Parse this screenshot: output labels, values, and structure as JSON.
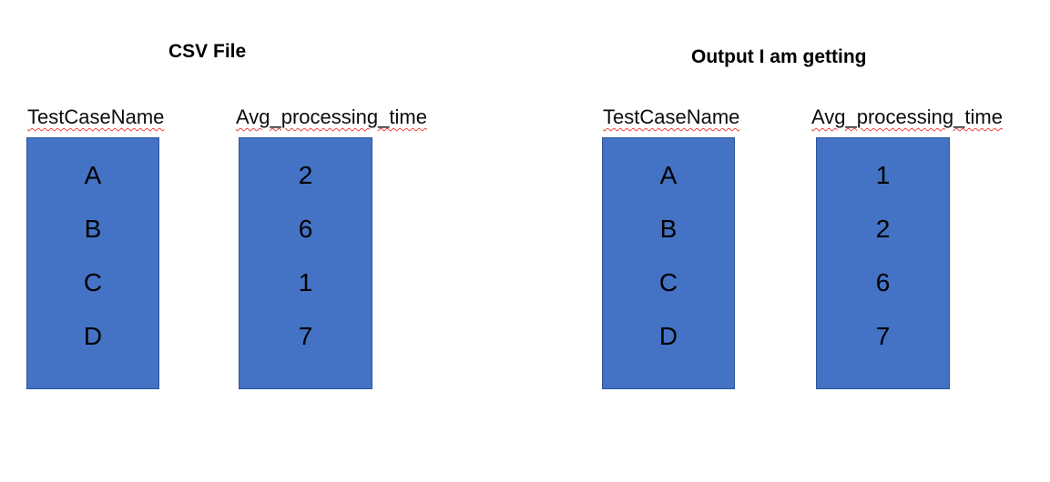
{
  "figure": {
    "panels": [
      {
        "title": "CSV File",
        "columns": [
          {
            "header": "TestCaseName",
            "values": [
              "A",
              "B",
              "C",
              "D"
            ]
          },
          {
            "header": "Avg_processing_time",
            "values": [
              "2",
              "6",
              "1",
              "7"
            ]
          }
        ]
      },
      {
        "title": "Output I am getting",
        "columns": [
          {
            "header": "TestCaseName",
            "values": [
              "A",
              "B",
              "C",
              "D"
            ]
          },
          {
            "header": "Avg_processing_time",
            "values": [
              "1",
              "2",
              "6",
              "7"
            ]
          }
        ]
      }
    ]
  },
  "colors": {
    "column_fill": "#4472C4",
    "column_border": "#2F5597",
    "spellcheck_underline": "#E8433C",
    "text": "#000000",
    "background": "#FFFFFF"
  }
}
